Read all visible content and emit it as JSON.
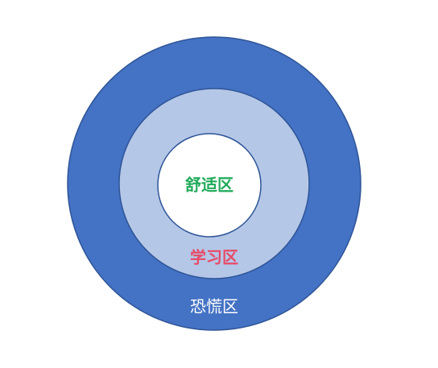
{
  "diagram": {
    "zones": [
      {
        "id": "panic",
        "label": "恐慌区",
        "fill": "#4472c4",
        "stroke": "#2f5597",
        "label_color": "#ffffff"
      },
      {
        "id": "learning",
        "label": "学习区",
        "fill": "#b4c7e7",
        "stroke": "#2f5597",
        "label_color": "#e84a67"
      },
      {
        "id": "comfort",
        "label": "舒适区",
        "fill": "#ffffff",
        "stroke": "#2f5597",
        "label_color": "#1faa59"
      }
    ]
  }
}
